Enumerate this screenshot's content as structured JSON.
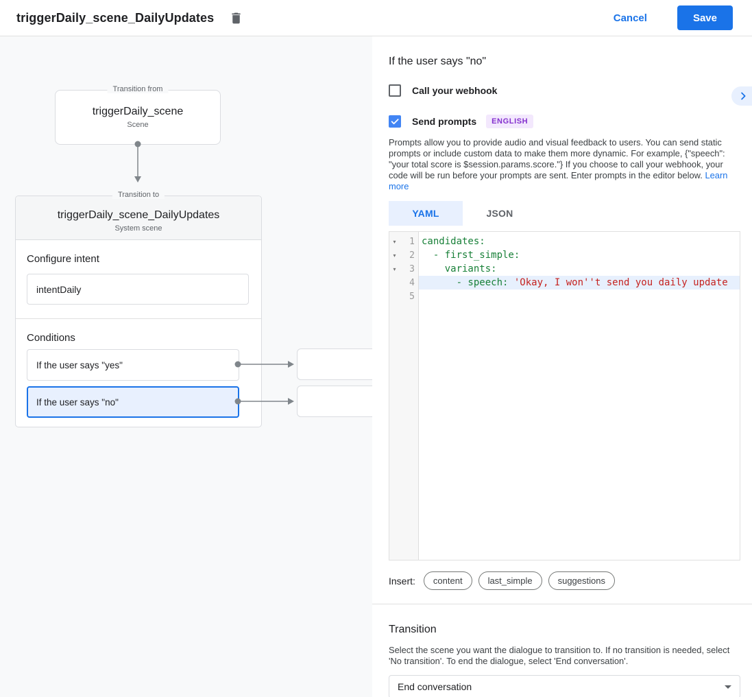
{
  "header": {
    "title": "triggerDaily_scene_DailyUpdates",
    "cancel_label": "Cancel",
    "save_label": "Save"
  },
  "canvas": {
    "from_box": {
      "legend": "Transition from",
      "title": "triggerDaily_scene",
      "subtitle": "Scene"
    },
    "to_card": {
      "legend": "Transition to",
      "title": "triggerDaily_scene_DailyUpdates",
      "subtitle": "System scene",
      "intent_label": "Configure intent",
      "intent_value": "intentDaily",
      "conditions_label": "Conditions",
      "conditions": [
        {
          "label": "If the user says \"yes\"",
          "selected": false
        },
        {
          "label": "If the user says \"no\"",
          "selected": true
        }
      ]
    }
  },
  "panel": {
    "heading": "If the user says \"no\"",
    "webhook": {
      "label": "Call your webhook",
      "checked": false
    },
    "prompts": {
      "label": "Send prompts",
      "checked": true,
      "badge": "ENGLISH"
    },
    "description": "Prompts allow you to provide audio and visual feedback to users. You can send static prompts or include custom data to make them more dynamic. For example, {\"speech\": \"your total score is $session.params.score.\"} If you choose to call your webhook, your code will be run before your prompts are sent. Enter prompts in the editor below.",
    "learn_more": "Learn more",
    "tabs": [
      {
        "label": "YAML",
        "active": true
      },
      {
        "label": "JSON",
        "active": false
      }
    ],
    "editor": {
      "lines": {
        "l1": {
          "num": "1",
          "fold": "▾",
          "code": "candidates:"
        },
        "l2": {
          "num": "2",
          "fold": "▾",
          "code": "  - first_simple:"
        },
        "l3": {
          "num": "3",
          "fold": "▾",
          "code": "    variants:"
        },
        "l4": {
          "num": "4",
          "fold": "",
          "key": "      - speech: ",
          "str": "'Okay, I won''t send you daily update"
        },
        "l5": {
          "num": "5",
          "fold": "",
          "code": ""
        }
      }
    },
    "insert_label": "Insert:",
    "insert_chips": [
      "content",
      "last_simple",
      "suggestions"
    ],
    "transition": {
      "heading": "Transition",
      "description": "Select the scene you want the dialogue to transition to. If no transition is needed, select 'No transition'. To end the dialogue, select 'End conversation'.",
      "dropdown_value": "End conversation"
    }
  },
  "colors": {
    "accent_blue": "#1a73e8",
    "selection_blue": "#e8f0fe",
    "checkbox_blue": "#4285f4",
    "yaml_key_green": "#188038",
    "yaml_string_red": "#c5221f",
    "badge_purple": "#8430ce",
    "badge_bg": "#f3e8fd",
    "canvas_bg": "#f8f9fa"
  }
}
